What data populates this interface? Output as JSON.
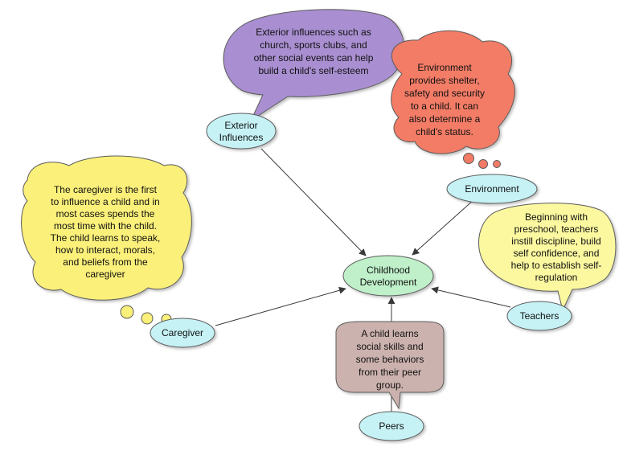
{
  "colors": {
    "node_cyan": "#c6f2f6",
    "node_center": "#bff0c9",
    "purple": "#a98fd1",
    "red": "#f37b66",
    "yellow": "#fbf07a",
    "light_yellow": "#fbf8a0",
    "mauve": "#ccb2ae",
    "stroke": "#5c5c5c",
    "arrow": "#3a3a3a"
  },
  "nodes": {
    "center": [
      "Childhood",
      "Development"
    ],
    "exterior": [
      "Exterior",
      "Influences"
    ],
    "environment": [
      "Environment"
    ],
    "caregiver": [
      "Caregiver"
    ],
    "teachers": [
      "Teachers"
    ],
    "peers": [
      "Peers"
    ]
  },
  "bubbles": {
    "exterior": [
      "Exterior influences such as",
      "church, sports clubs, and",
      "other social events can help",
      "build a child's self-esteem"
    ],
    "environment": [
      "Environment",
      "provides shelter,",
      "safety and security",
      "to a child.  It can",
      "also determine a",
      "child's status."
    ],
    "caregiver": [
      "The caregiver is the first",
      "to influence a child and in",
      "most cases spends the",
      "most time with the child.",
      "The child learns to speak,",
      "how to interact, morals,",
      "and beliefs from the",
      "caregiver"
    ],
    "teachers": [
      "Beginning with",
      "preschool, teachers",
      "instill discipline, build",
      "self confidence, and",
      "help to establish self-",
      "regulation"
    ],
    "peers": [
      "A child learns",
      "social skills and",
      "some behaviors",
      "from their peer",
      "group."
    ]
  }
}
